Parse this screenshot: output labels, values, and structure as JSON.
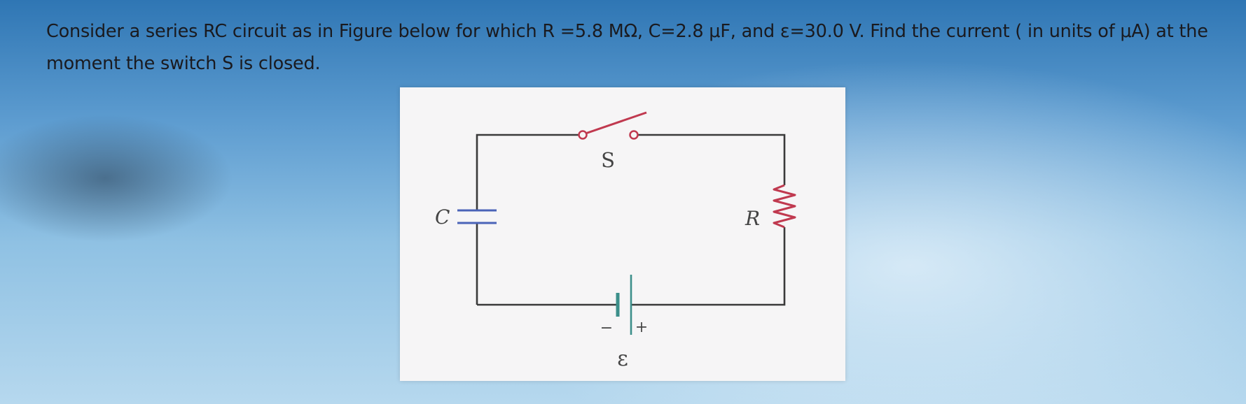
{
  "question": {
    "text": "Consider a series RC circuit as in Figure below for which R =5.8 MΩ, C=2.8 μF, and ε=30.0 V. Find the current ( in units of μA) at the moment the switch S is closed."
  },
  "figure": {
    "switch_label": "S",
    "capacitor_label": "C",
    "resistor_label": "R",
    "emf_label": "ε",
    "battery_plus": "+",
    "battery_minus": "−",
    "colors": {
      "wire": "#3a3a3a",
      "switch": "#c0394f",
      "resistor": "#c0394f",
      "capacitor_plate": "#4a63b8",
      "battery_terminal": "#3c8f8a"
    }
  }
}
